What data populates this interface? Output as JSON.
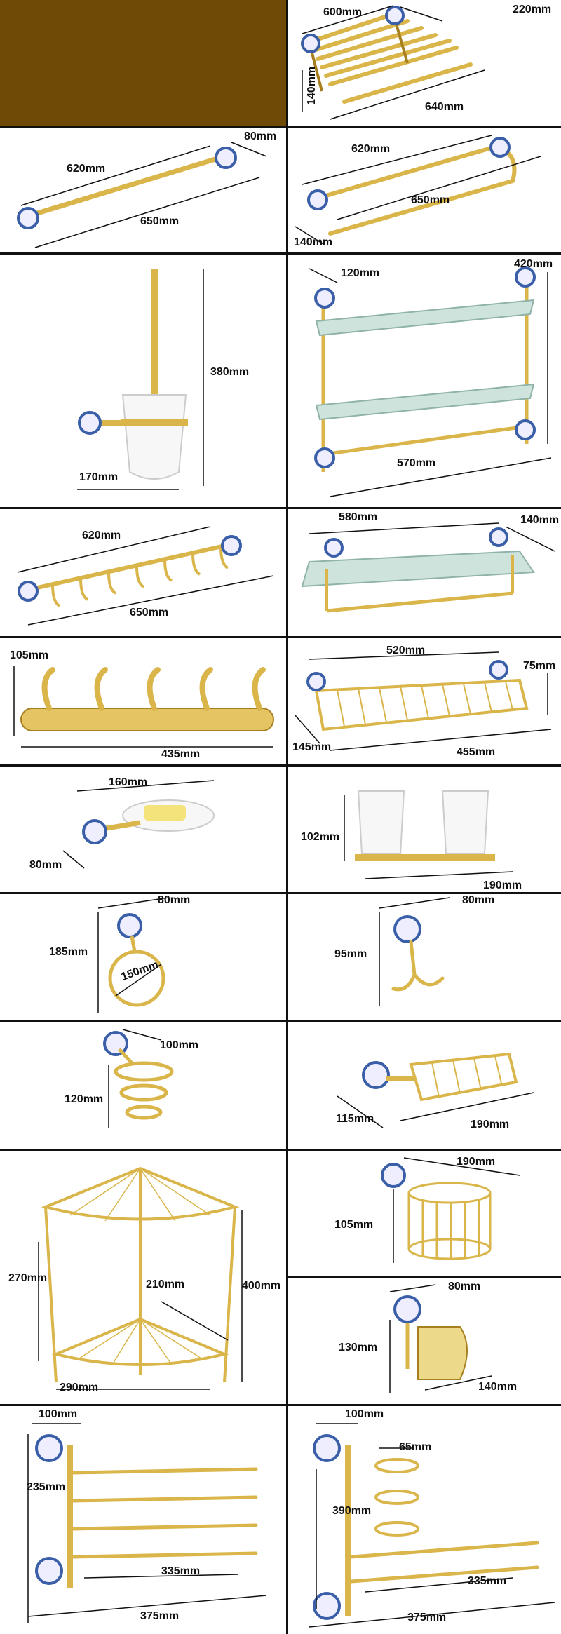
{
  "colors": {
    "gold": "#d9b54a",
    "gold_light": "#f2dc8a",
    "gold_dark": "#a87f1e",
    "brown_block": "#6e4a06",
    "ceramic_blue": "#3a5fa8",
    "glass": "#cfe3dd",
    "divider": "#111111"
  },
  "cells": {
    "towel_shelf": {
      "width": "600mm",
      "depth": "220mm",
      "height": "140mm",
      "total": "640mm"
    },
    "single_bar": {
      "inner": "620mm",
      "depth": "80mm",
      "total": "650mm"
    },
    "double_bar": {
      "inner": "620mm",
      "total": "650mm",
      "depth": "140mm"
    },
    "toilet_brush": {
      "height": "380mm",
      "width": "170mm"
    },
    "double_glass_shelf": {
      "depth": "120mm",
      "height": "420mm",
      "width": "570mm"
    },
    "hook_rail": {
      "inner": "620mm",
      "total": "650mm"
    },
    "glass_shelf_bar": {
      "width": "580mm",
      "depth": "140mm"
    },
    "wall_hooks": {
      "height": "105mm",
      "width": "435mm"
    },
    "basket_shelf": {
      "inner": "520mm",
      "height": "75mm",
      "depth": "145mm",
      "total": "455mm"
    },
    "soap_dish": {
      "width": "160mm",
      "depth": "80mm"
    },
    "double_tumbler": {
      "height": "102mm",
      "width": "190mm"
    },
    "towel_ring": {
      "depth": "80mm",
      "height": "185mm",
      "diameter": "150mm"
    },
    "robe_hook": {
      "depth": "80mm",
      "height": "95mm"
    },
    "dryer_holder": {
      "depth": "100mm",
      "height": "120mm"
    },
    "soap_basket": {
      "depth": "115mm",
      "width": "190mm"
    },
    "corner_basket": {
      "height_left": "270mm",
      "depth": "210mm",
      "height_right": "400mm",
      "width": "290mm"
    },
    "round_basket": {
      "width": "190mm",
      "height": "105mm"
    },
    "paper_holder": {
      "depth": "80mm",
      "height": "130mm",
      "width": "140mm"
    },
    "swivel_rack": {
      "depth": "100mm",
      "height": "235mm",
      "inner": "335mm",
      "total": "375mm"
    },
    "swivel_rack_cups": {
      "depth": "100mm",
      "cup": "65mm",
      "height": "390mm",
      "inner": "335mm",
      "total": "375mm"
    }
  }
}
